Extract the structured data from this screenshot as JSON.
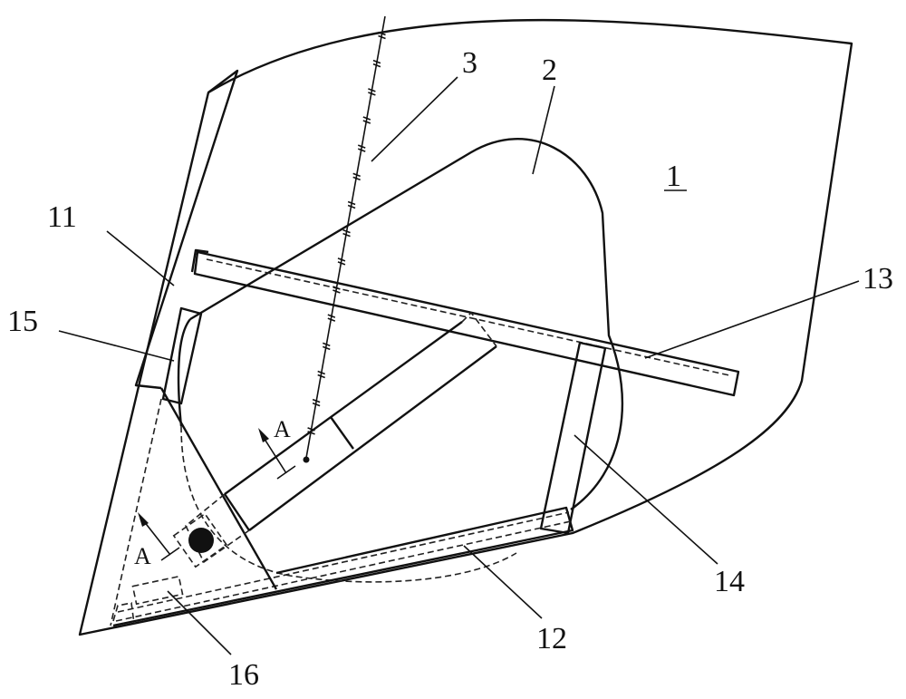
{
  "figure": {
    "labels": {
      "body": "1",
      "opening": "2",
      "chain": "3",
      "side_strip": "11",
      "bottom_bar": "12",
      "top_bar": "13",
      "vertical_bar": "14",
      "block": "15",
      "dashed_block": "16",
      "section_mark_upper": "A",
      "section_mark_lower": "A"
    }
  }
}
